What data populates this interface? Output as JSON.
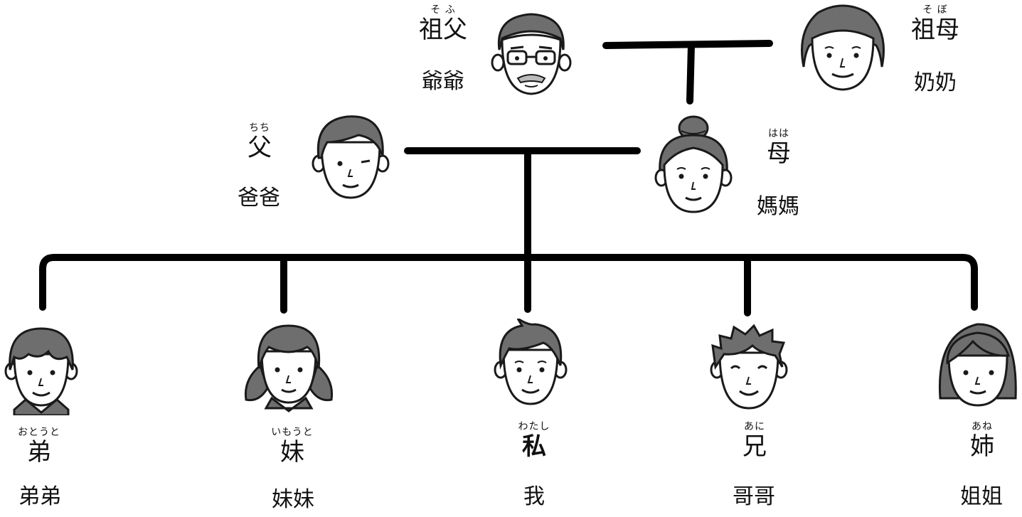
{
  "diagram": {
    "grandfather": {
      "ruby": "そ ふ",
      "kanji": "祖父",
      "zh": "爺爺"
    },
    "grandmother": {
      "ruby": "そ ぼ",
      "kanji": "祖母",
      "zh": "奶奶"
    },
    "father": {
      "ruby": "ちち",
      "kanji": "父",
      "zh": "爸爸"
    },
    "mother": {
      "ruby": "はは",
      "kanji": "母",
      "zh": "媽媽"
    },
    "younger_brother": {
      "ruby": "おとうと",
      "kanji": "弟",
      "zh": "弟弟"
    },
    "younger_sister": {
      "ruby": "いもうと",
      "kanji": "妹",
      "zh": "妹妹"
    },
    "me": {
      "ruby": "わたし",
      "kanji": "私",
      "zh": "我"
    },
    "older_brother": {
      "ruby": "あに",
      "kanji": "兄",
      "zh": "哥哥"
    },
    "older_sister": {
      "ruby": "あね",
      "kanji": "姉",
      "zh": "姐姐"
    }
  },
  "colors": {
    "line": "#000000",
    "hair": "#6e6e6e",
    "skin": "#ffffff",
    "stroke": "#1a1a1a"
  },
  "icons": [
    "grandfather-face-icon",
    "grandmother-face-icon",
    "father-face-icon",
    "mother-face-icon",
    "younger-brother-face-icon",
    "younger-sister-face-icon",
    "me-face-icon",
    "older-brother-face-icon",
    "older-sister-face-icon"
  ]
}
